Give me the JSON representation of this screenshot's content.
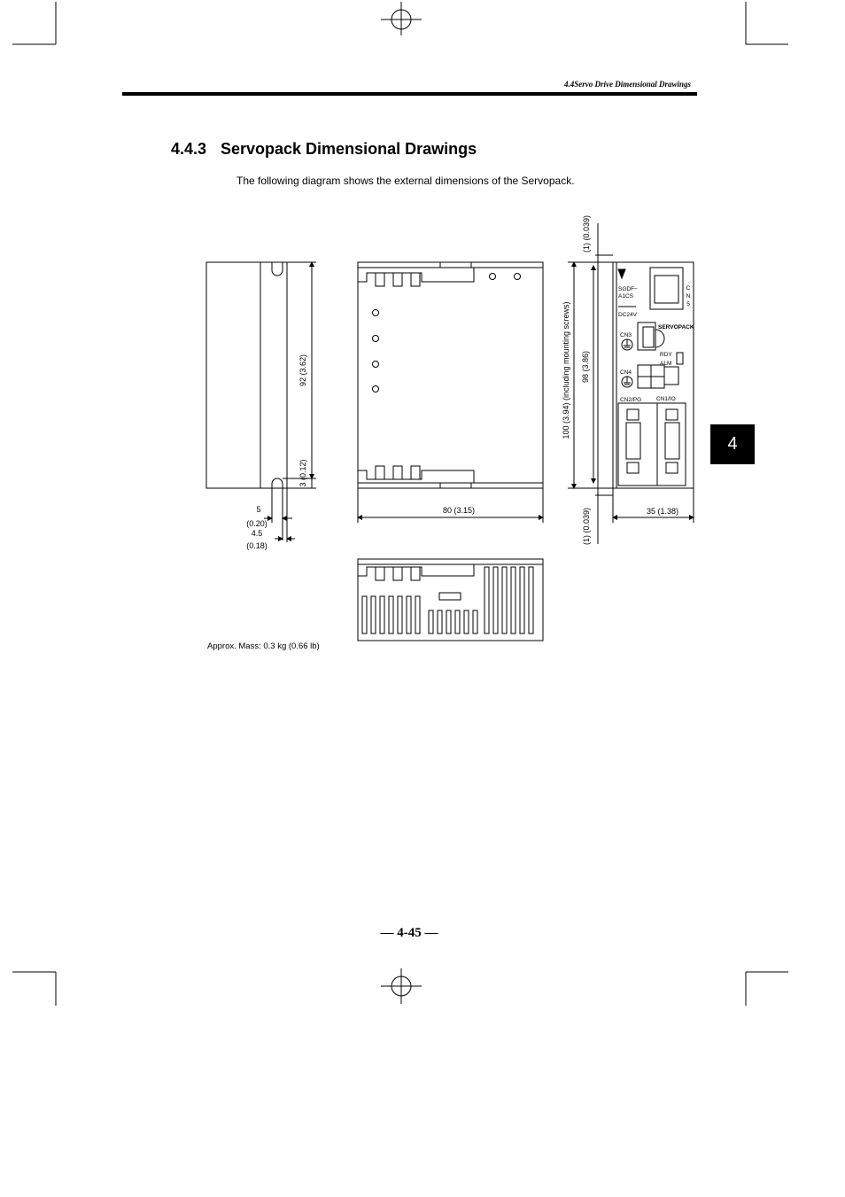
{
  "header": {
    "running_head": "4.4Servo Drive Dimensional Drawings"
  },
  "section": {
    "number": "4.4.3",
    "title": "Servopack Dimensional Drawings"
  },
  "intro": "The following diagram shows the external dimensions of the Servopack.",
  "chapter_tab": "4",
  "dimensions": {
    "height_92": "92 (3.62)",
    "slot_3": "3 (0.12)",
    "slot_5": "5",
    "slot_5_in": "(0.20)",
    "slot_45": "4.5",
    "slot_45_in": "(0.18)",
    "depth_80": "80 (3.15)",
    "total_100": "100 (3.94) (including mounting screws)",
    "height_98": "98 (3.86)",
    "top_1": "(1) (0.039)",
    "bottom_1": "(1) (0.039)",
    "width_35": "35 (1.38)"
  },
  "front_panel": {
    "model_line1": "SGDF−",
    "model_line2": "A1CS",
    "voltage": "DC24V",
    "cn5": [
      "C",
      "N",
      "5"
    ],
    "servopack": "SERVOPACK",
    "cn3": "CN3",
    "rdy": "RDY",
    "alm": "ALM",
    "cn4": "CN4",
    "cn2": "CN2/PG",
    "cn1": "CN1/IO"
  },
  "mass": "Approx. Mass: 0.3 kg (0.66 lb)",
  "page_number": "— 4-45 —"
}
